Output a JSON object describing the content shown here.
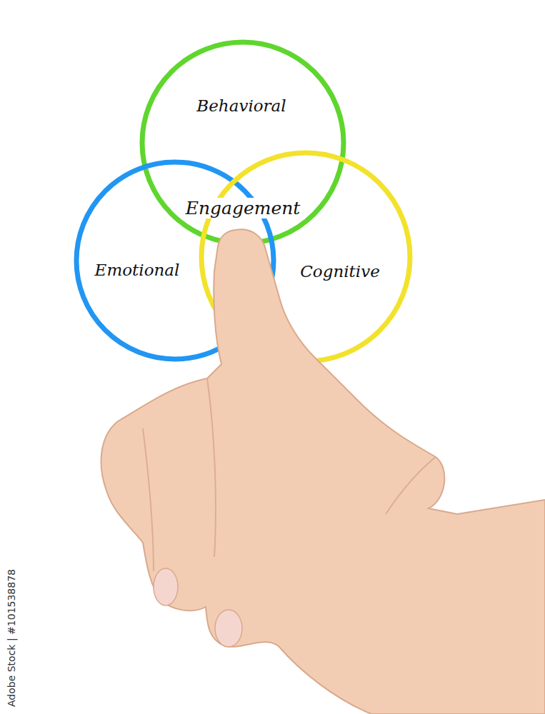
{
  "diagram": {
    "nodes": [
      {
        "text": [
          "Behavioral"
        ]
      },
      {
        "text": [
          "Emotional"
        ]
      },
      {
        "text": [
          "Cognitive"
        ]
      }
    ],
    "labels": [
      "Engagement",
      "Adobe Stock | #101538878"
    ]
  }
}
